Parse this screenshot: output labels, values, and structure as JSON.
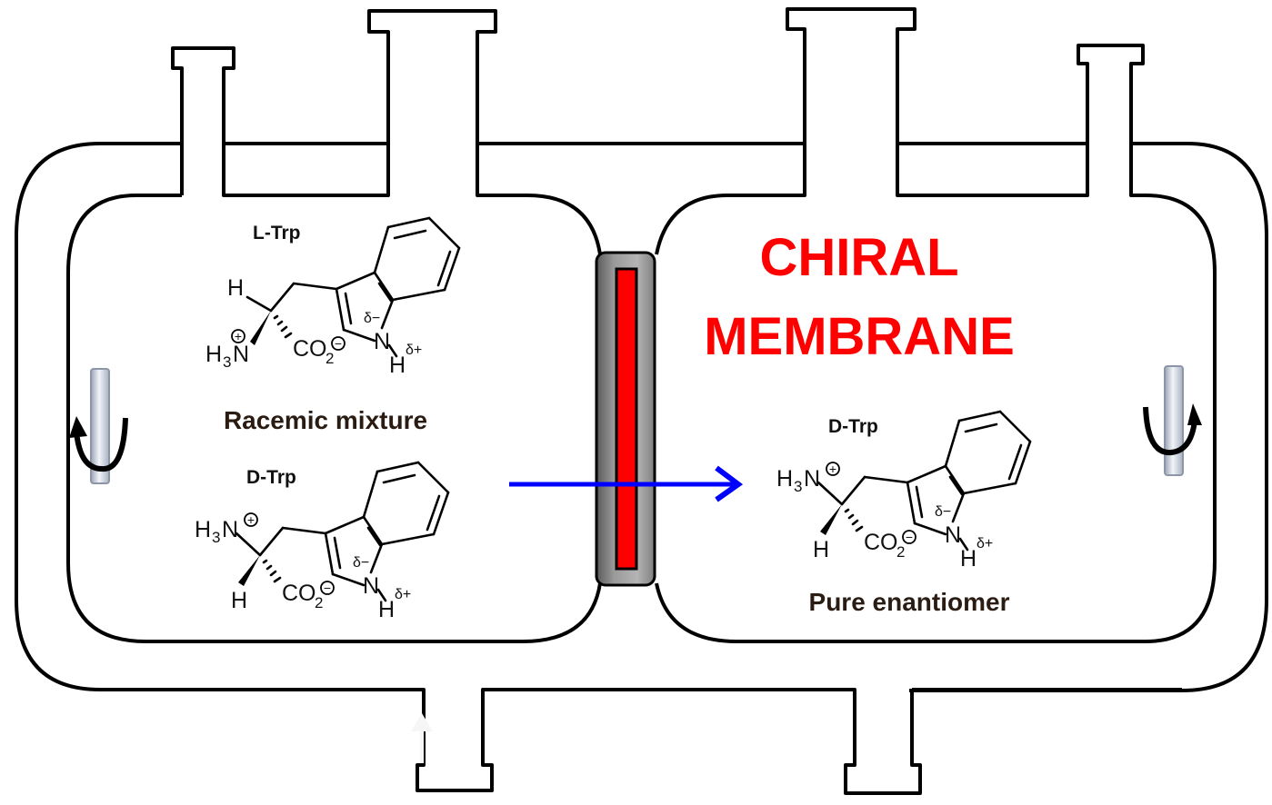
{
  "diagram": {
    "title_line1": "CHIRAL",
    "title_line2": "MEMBRANE",
    "title_color": "#ff0000",
    "left_cell": {
      "caption": "Racemic mixture",
      "molecule_top": {
        "name": "L-Trp",
        "amine": "H",
        "amine_sub": "3",
        "amine_N": "N",
        "amine_charge": "+",
        "h_label": "H",
        "carboxylate": "CO",
        "carboxylate_sub": "2",
        "carboxylate_charge": "−",
        "ring_N": "N",
        "ring_H": "H",
        "delta_minus": "δ−",
        "delta_plus": "δ+"
      },
      "molecule_bottom": {
        "name": "D-Trp",
        "amine": "H",
        "amine_sub": "3",
        "amine_N": "N",
        "amine_charge": "+",
        "h_label": "H",
        "carboxylate": "CO",
        "carboxylate_sub": "2",
        "carboxylate_charge": "−",
        "ring_N": "N",
        "ring_H": "H",
        "delta_minus": "δ−",
        "delta_plus": "δ+"
      },
      "stirrer_icon": "stirrer-rotation-icon"
    },
    "right_cell": {
      "caption": "Pure enantiomer",
      "molecule": {
        "name": "D-Trp",
        "amine": "H",
        "amine_sub": "3",
        "amine_N": "N",
        "amine_charge": "+",
        "h_label": "H",
        "carboxylate": "CO",
        "carboxylate_sub": "2",
        "carboxylate_charge": "−",
        "ring_N": "N",
        "ring_H": "H",
        "delta_minus": "δ−",
        "delta_plus": "δ+"
      },
      "stirrer_icon": "stirrer-rotation-icon"
    },
    "membrane": {
      "core_color": "#ff0000",
      "housing_color": "#8c8c8c"
    },
    "transport_arrow": {
      "direction": "left-to-right",
      "color": "#0000ff"
    }
  }
}
